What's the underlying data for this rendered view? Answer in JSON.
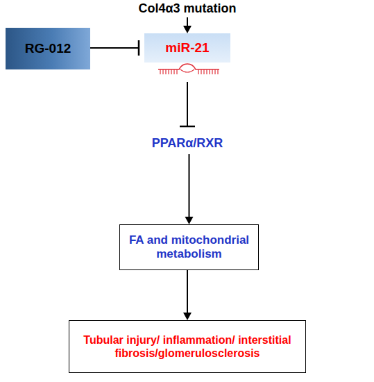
{
  "diagram": {
    "nodes": [
      {
        "text": [
          "Col4α3 mutation"
        ]
      },
      {
        "text": [
          "RG-012"
        ]
      },
      {
        "text": [
          "miR-21"
        ]
      },
      {
        "text": [
          "PPARα/RXR"
        ]
      },
      {
        "text": [
          "FA and mitochondrial metabolism"
        ]
      },
      {
        "text": [
          "Tubular injury/ inflammation/ interstitial fibrosis/glomerulosclerosis"
        ]
      }
    ],
    "edges": [
      {
        "from": 0,
        "to": 2,
        "arrow": "to"
      },
      {
        "from": 1,
        "to": 2,
        "arrow": "to"
      },
      {
        "from": 2,
        "to": 3,
        "arrow": "to"
      },
      {
        "from": 3,
        "to": 4,
        "arrow": "to"
      },
      {
        "from": 4,
        "to": 5,
        "arrow": "to"
      }
    ]
  }
}
